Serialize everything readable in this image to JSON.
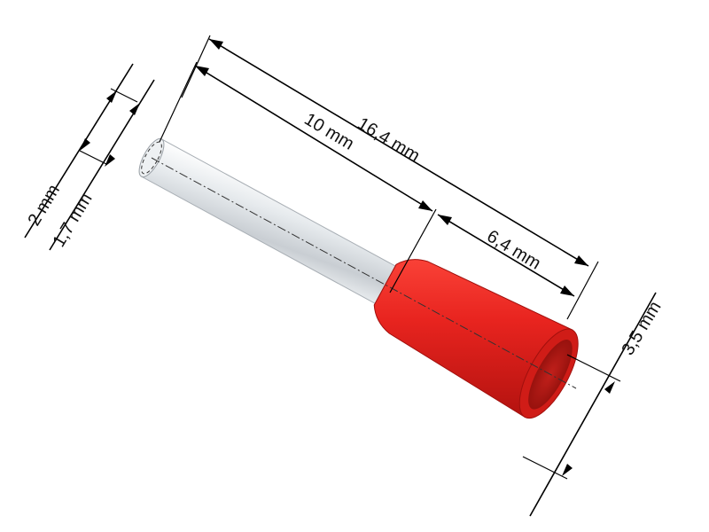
{
  "dimensions": {
    "total_length": "16,4 mm",
    "tube_length": "10 mm",
    "collar_length": "6,4 mm",
    "outer_diameter": "2 mm",
    "inner_diameter": "1,7 mm",
    "collar_diameter": "3,5 mm"
  },
  "colors": {
    "tube": "#dfe3e6",
    "collar": "#e8241f",
    "collar_dark": "#b3120f",
    "collar_inner": "#c9201b"
  },
  "icons": {
    "ferrule": "wire-end-ferrule"
  }
}
